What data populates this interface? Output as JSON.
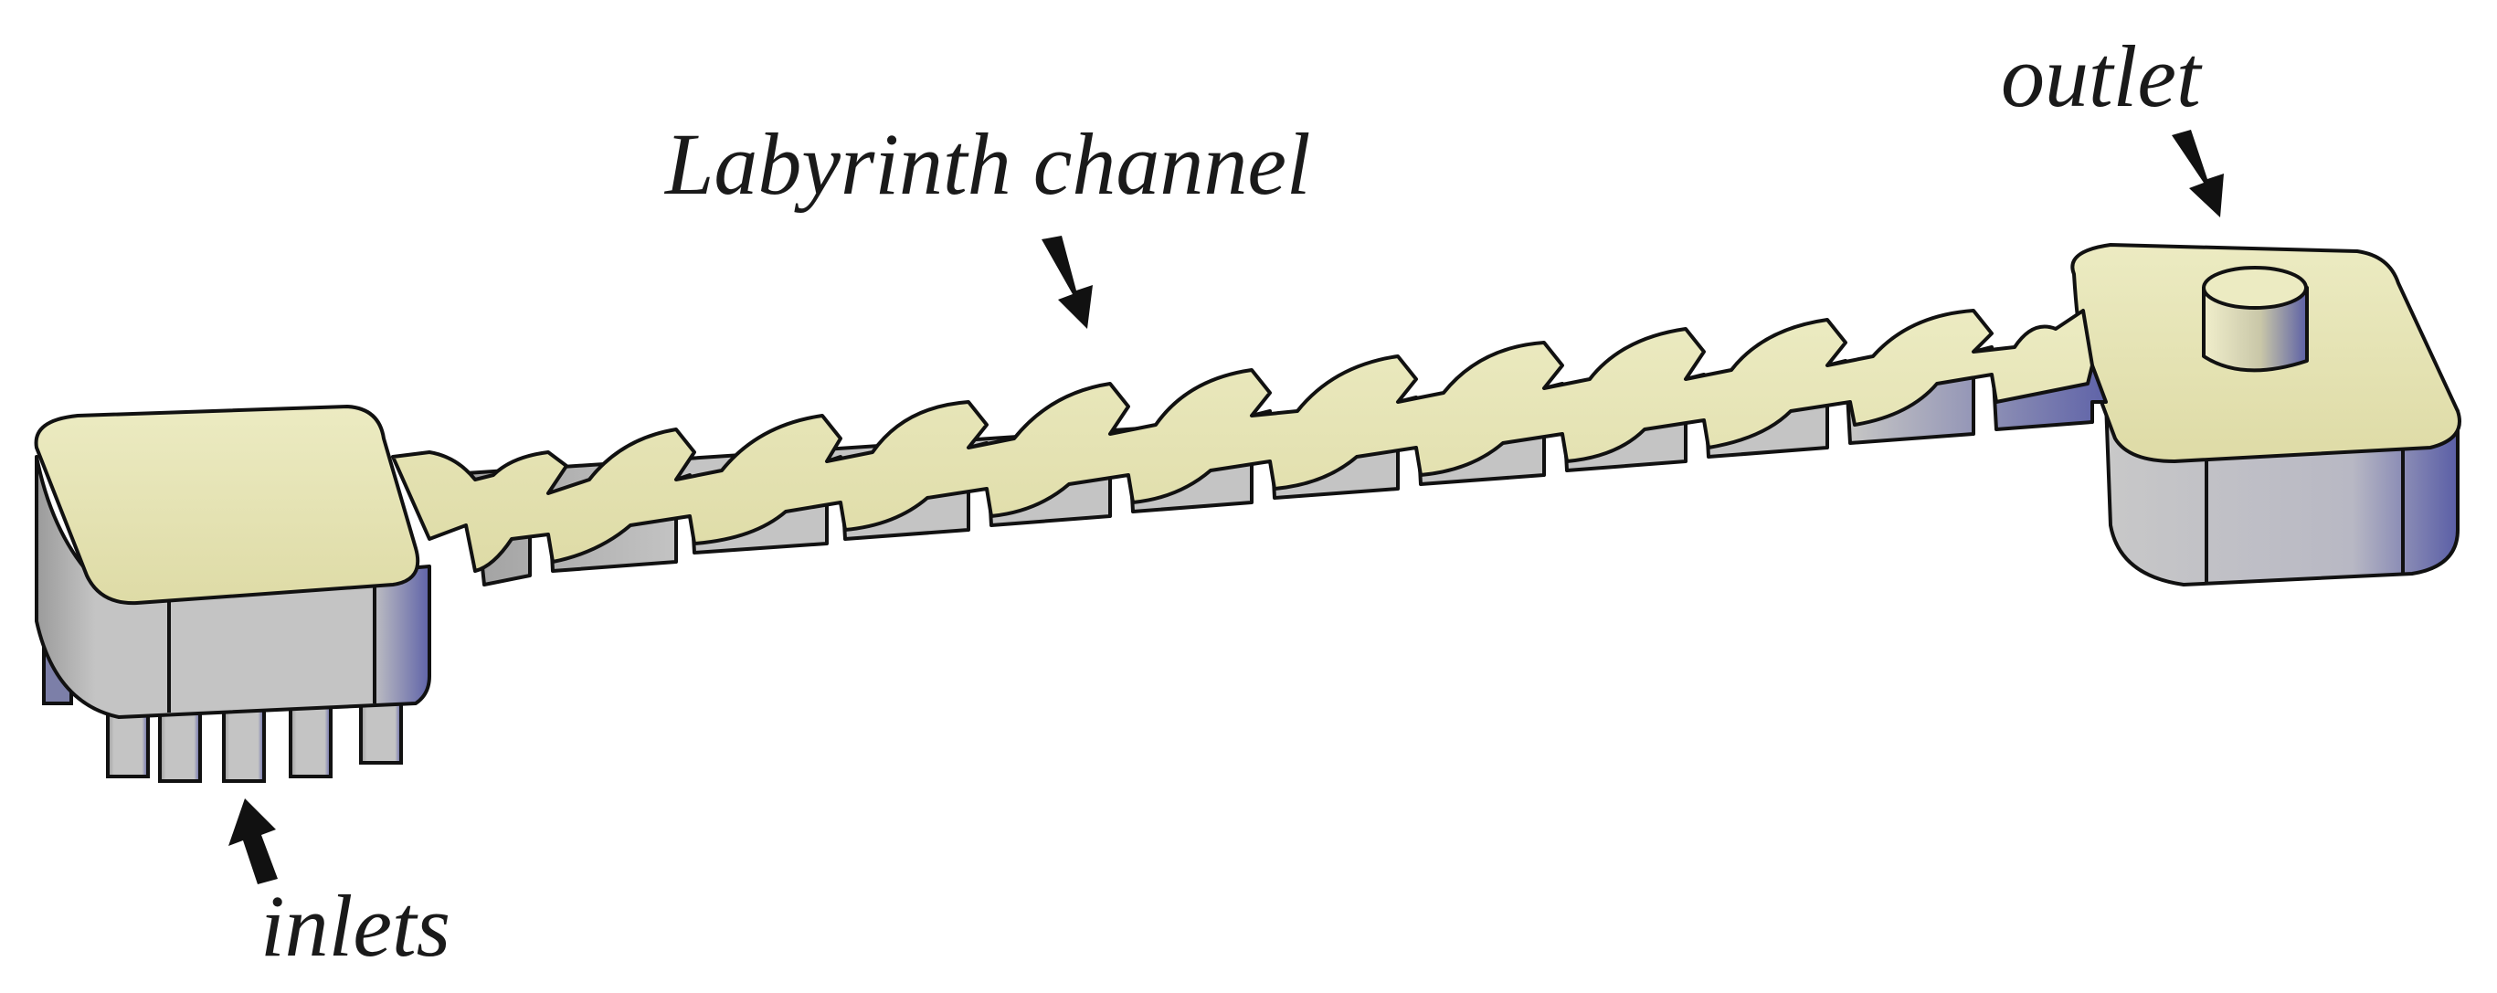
{
  "labels": {
    "channel": "Labyrinth channel",
    "outlet": "outlet",
    "inlets": "inlets"
  },
  "colors": {
    "top_face": "#e6e3b3",
    "side_face": "#bdbdbd",
    "side_shade_blue": "#6b6fae",
    "outline": "#111111",
    "arrow": "#111111"
  },
  "icons": [
    "arrow-down-icon",
    "arrow-up-icon"
  ]
}
